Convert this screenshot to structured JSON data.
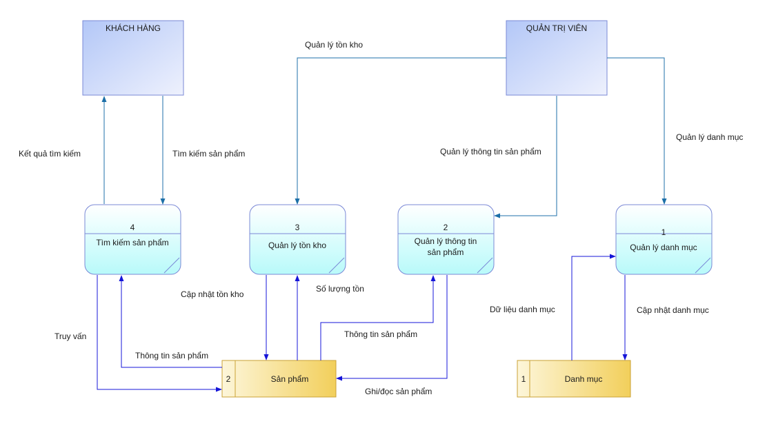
{
  "entities": {
    "customer": "KHÁCH HÀNG",
    "admin": "QUẢN TRỊ VIÊN"
  },
  "processes": [
    {
      "id": "1",
      "label_lines": [
        "Quản lý danh mục"
      ]
    },
    {
      "id": "2",
      "label_lines": [
        "Quản lý thông tin",
        "sản phẩm"
      ]
    },
    {
      "id": "3",
      "label_lines": [
        "Quản lý tồn kho"
      ]
    },
    {
      "id": "4",
      "label_lines": [
        "Tìm kiếm sản phẩm"
      ]
    }
  ],
  "stores": [
    {
      "id": "2",
      "label": "Sản phẩm"
    },
    {
      "id": "1",
      "label": "Danh mục"
    }
  ],
  "flows": {
    "admin_to_inventory": "Quản lý tồn kho",
    "admin_to_product_info": "Quản lý thông tin sản phẩm",
    "admin_to_category": "Quản lý danh mục",
    "search_result": "Kết quả tìm kiếm",
    "search_product": "Tìm kiếm sản phẩm",
    "update_stock": "Cập nhật tồn kho",
    "stock_quantity": "Số lượng tồn",
    "query": "Truy vấn",
    "product_info_to_search": "Thông tin sản phẩm",
    "product_info_to_manage": "Thông tin sản phẩm",
    "read_write_product": "Ghi/đọc sản phẩm",
    "category_data": "Dữ liệu danh mục",
    "update_category": "Cập nhật danh mục"
  },
  "colors": {
    "entity_fill_top": "#b3c7f7",
    "entity_fill_bottom": "#eef1fd",
    "process_fill_top": "#ffffff",
    "process_fill_bottom": "#b8fafa",
    "store_fill_left": "#fdf6da",
    "store_fill_right": "#f2cf5b",
    "store_stroke": "#caa235",
    "shape_stroke": "#7a88d6",
    "arrow_blue": "#1515d8",
    "arrow_teal": "#1c6fa8"
  }
}
